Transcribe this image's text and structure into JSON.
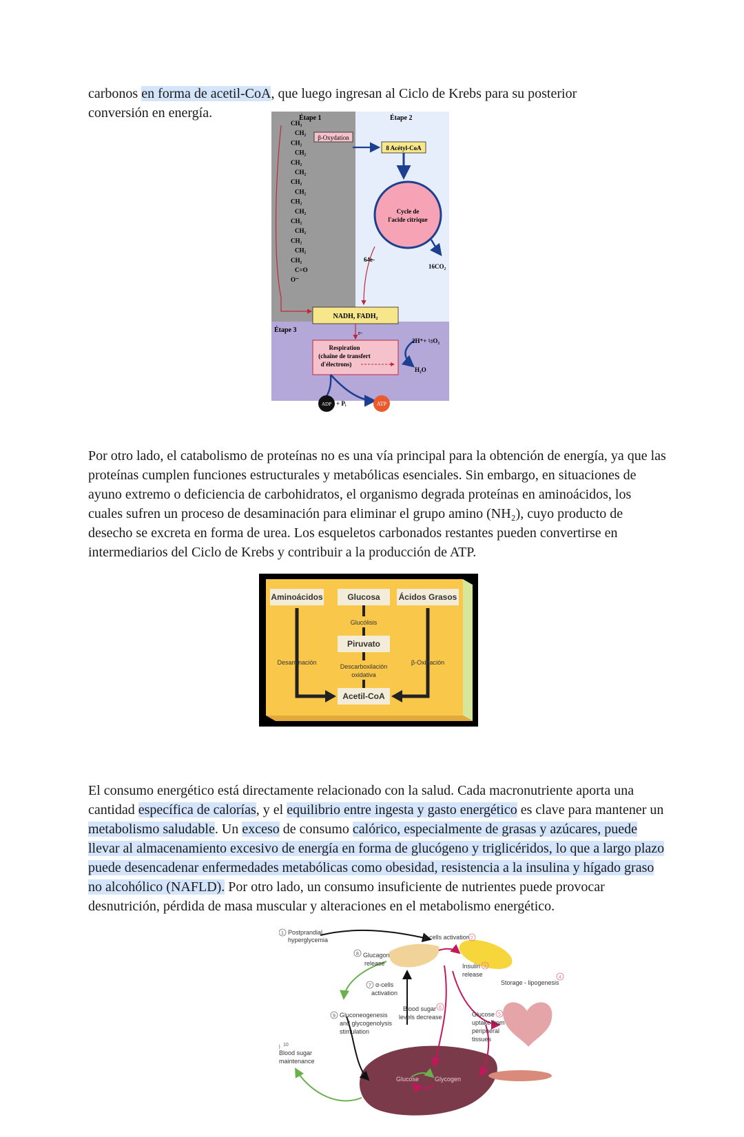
{
  "para1": {
    "t1": "carbonos ",
    "h1": "en forma de acetil-CoA",
    "t2": ", que luego ingresan al Ciclo de Krebs para su posterior",
    "t3": "conversión en energía."
  },
  "fig1": {
    "etape1": "Étape 1",
    "etape2": "Étape 2",
    "etape3": "Étape 3",
    "chain": [
      "CH₃",
      "CH₂",
      "CH₂",
      "CH₂",
      "CH₂",
      "CH₂",
      "CH₂",
      "CH₂",
      "CH₂",
      "CH₂",
      "CH₂",
      "CH₂",
      "CH₂",
      "CH₂",
      "CH₂",
      "C=O",
      "O⁻"
    ],
    "boxidation": "β-Oxydation",
    "acetylcoa": "8 Acétyl-CoA",
    "cycle1": "Cycle de",
    "cycle2": "l'acide citrique",
    "electrons64": "64e-",
    "co2": "16CO₂",
    "nadh": "NADH, FADH₂",
    "eminus": "e-",
    "resp1": "Respiration",
    "resp2": "(chaîne de transfert",
    "resp3": "d'électrons)",
    "o2": "2H⁺+ ½O₂",
    "h2o": "H₂O",
    "adp": "ADP",
    "pi": "+ Pᵢ",
    "atp": "ATP"
  },
  "para2": {
    "text": "Por otro lado, el catabolismo de proteínas no es una vía principal para la obtención de energía, ya que las proteínas cumplen funciones estructurales y metabólicas esenciales. Sin embargo, en situaciones de ayuno extremo o deficiencia de carbohidratos, el organismo degrada proteínas en aminoácidos, los cuales sufren un proceso de desaminación para eliminar el grupo amino (NH₂), cuyo producto de desecho se excreta en forma de urea. Los esqueletos carbonados restantes pueden convertirse en intermediarios del Ciclo de Krebs y contribuir a la producción de ATP."
  },
  "fig2": {
    "aminoacidos": "Aminoácidos",
    "glucosa": "Glucosa",
    "acidos": "Ácidos Grasos",
    "glucolisis": "Glucólisis",
    "piruvato": "Piruvato",
    "desaminacion": "Desaminación",
    "descarbox1": "Descarboxilación",
    "descarbox2": "oxidativa",
    "boxidacion": "β-Oxidación",
    "acetilcoa": "Acetil-CoA"
  },
  "para3": {
    "t1": "El consumo energético está directamente relacionado con la salud. Cada macronutriente aporta una cantidad ",
    "h1": "específica de calorías",
    "t2": ", y el ",
    "h2": "equilibrio entre ingesta y gasto energético",
    "t3": " es clave para mantener un ",
    "h3": "metabolismo saludable",
    "t4": ". Un ",
    "h4": "exceso",
    "t5": " de consumo ",
    "h5": "calórico, especialmente de grasas y azúcares, puede llevar al almacenamiento excesivo de energía en forma de glucógeno y triglicéridos, lo que a largo plazo puede desencadenar enfermedades metabólicas como obesidad, resistencia a la insulina y hígado graso no alcohólico (NAFLD).",
    "t6": " Por otro lado, un consumo insuficiente de nutrientes puede provocar desnutrición, pérdida de masa muscular y alteraciones en el metabolismo energético."
  },
  "fig3": {
    "n1": "1",
    "l1a": "Postprandial",
    "l1b": "hyperglycemia",
    "n2": "2",
    "l2": "β-cells activation",
    "n3": "3",
    "l3a": "Insulin",
    "l3b": "release",
    "n4": "4",
    "l4": "Storage - lipogenesis",
    "n5": "5",
    "l5a": "Glucose",
    "l5b": "uptake from",
    "l5c": "peripheral",
    "l5d": "tissues",
    "n6": "6",
    "l6a": "Blood sugar",
    "l6b": "levels decrease",
    "n7": "7",
    "l7a": "α-cells",
    "l7b": "activation",
    "n8": "8",
    "l8a": "Glucagon",
    "l8b": "release",
    "n9": "9",
    "l9a": "Gluconeogenesis",
    "l9b": "and glycogenolysis",
    "l9c": "stimulation",
    "n10": "10",
    "l10a": "Blood sugar",
    "l10b": "maintenance",
    "glucose": "Glucose",
    "glycogen": "Glycogen"
  },
  "colors": {
    "highlight": "#d4e4fb",
    "fig2_bg": "#f9c74a",
    "fig1_gray": "#9a9a9a",
    "fig1_blue": "#e6eefb",
    "fig1_purple": "#b3a8d8",
    "cycle_pink": "#f5a3b5"
  }
}
